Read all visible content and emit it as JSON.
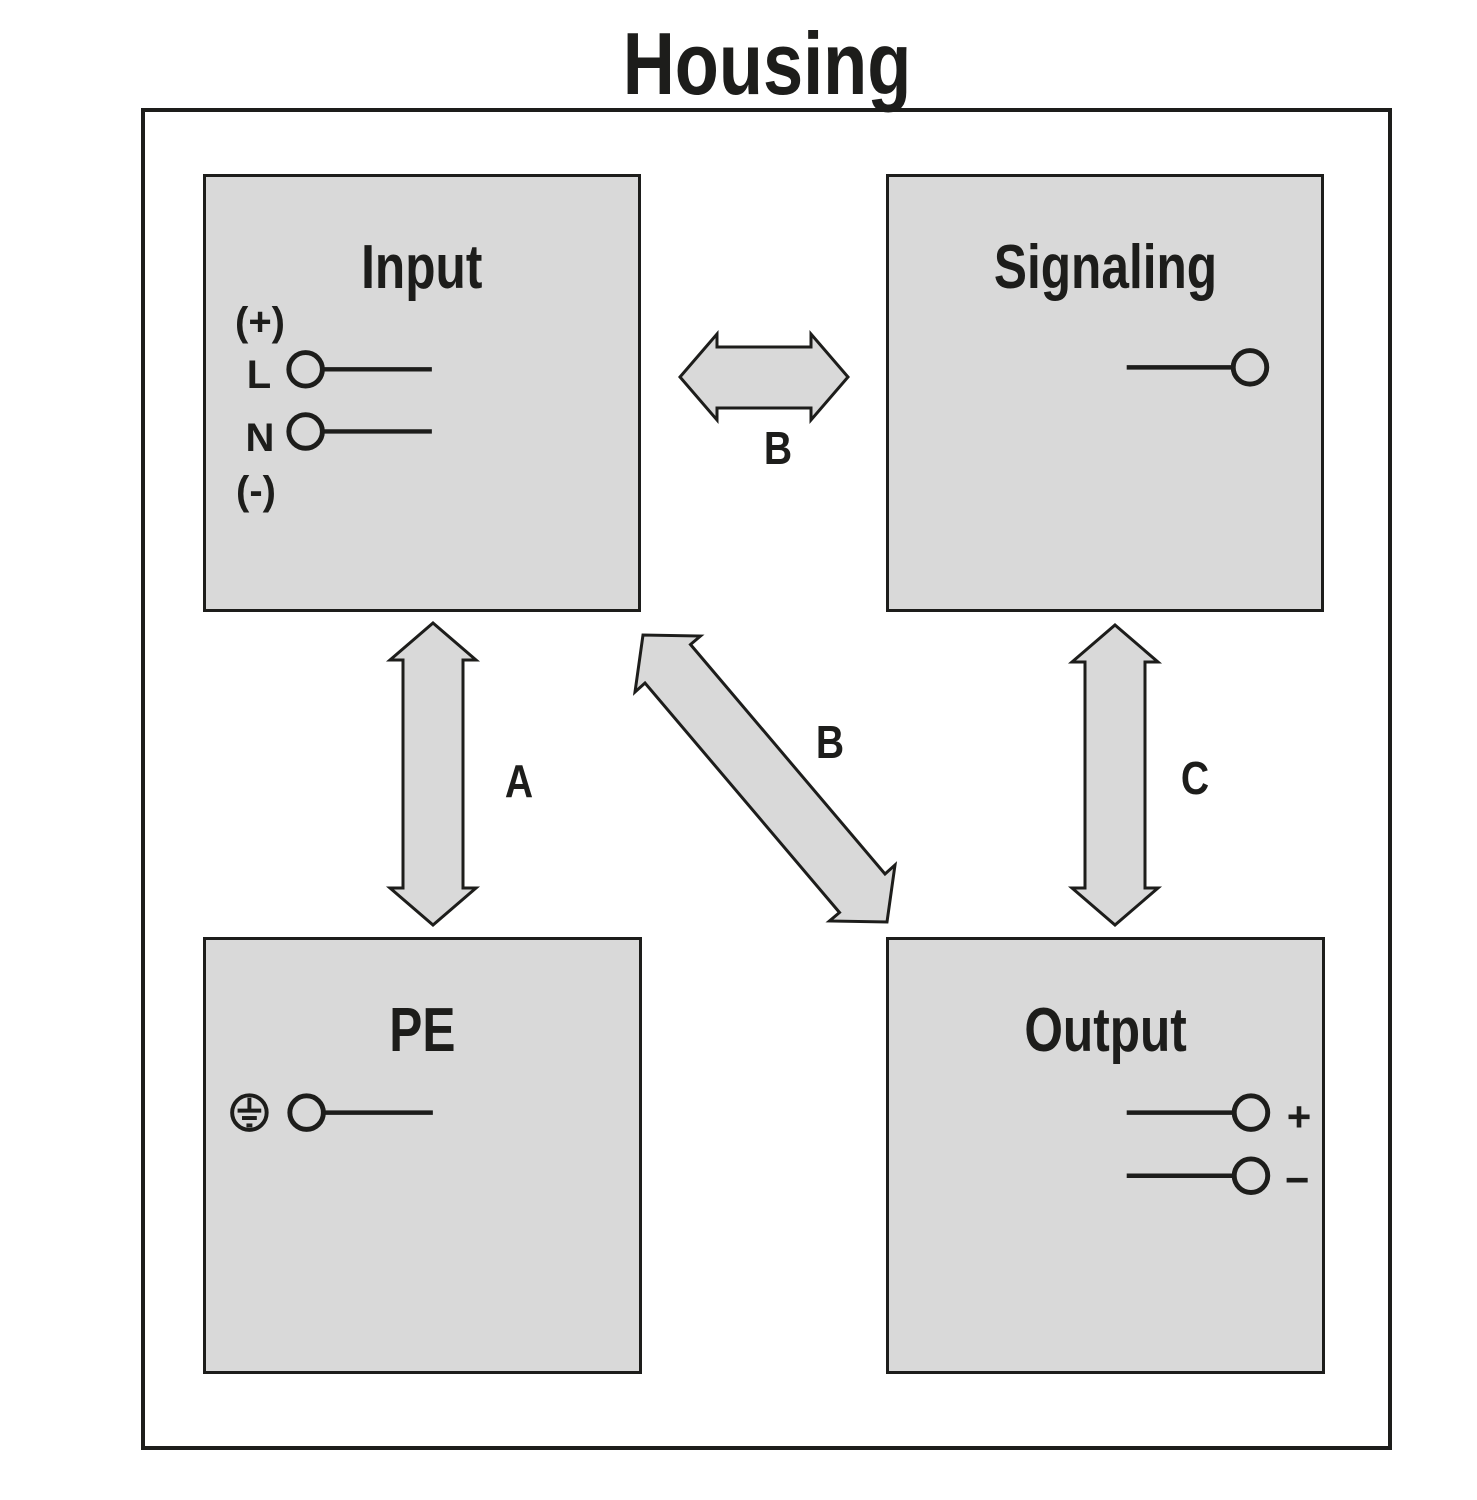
{
  "title": "Housing",
  "colors": {
    "background": "#ffffff",
    "box_fill": "#d9d9d9",
    "arrow_fill": "#d9d9d9",
    "outline": "#1d1d1b"
  },
  "boxes": {
    "input": {
      "label": "Input",
      "terminals": {
        "plus": "(+)",
        "line": "L",
        "neutral": "N",
        "minus": "(-)"
      }
    },
    "signaling": {
      "label": "Signaling"
    },
    "pe": {
      "label": "PE"
    },
    "output": {
      "label": "Output",
      "terminals": {
        "plus": "+",
        "minus": "−"
      }
    }
  },
  "arrows": {
    "input_pe": "A",
    "input_signaling": "B",
    "input_output": "B",
    "signaling_output": "C"
  }
}
